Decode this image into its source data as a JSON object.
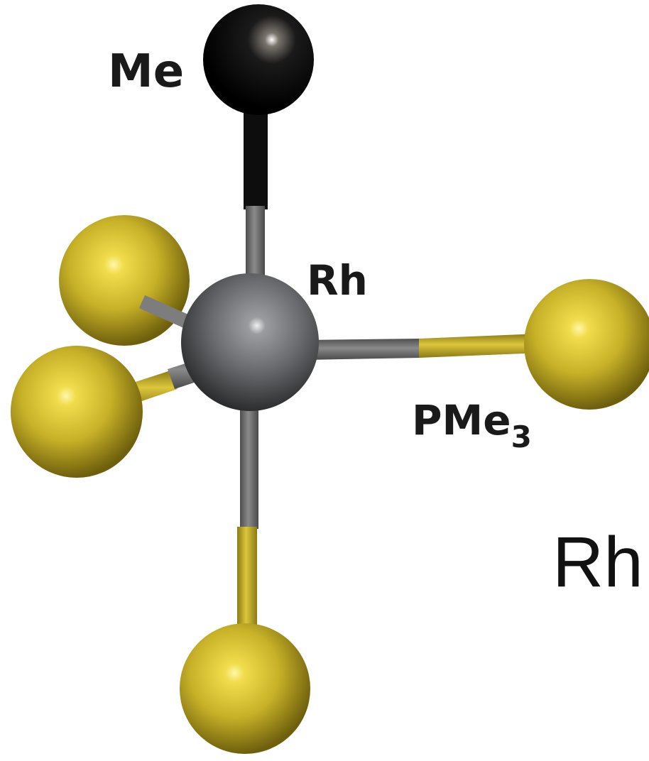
{
  "labels": {
    "methyl": "Me",
    "metal": "Rh",
    "phosphine_main": "PMe",
    "phosphine_sub": "3",
    "caption_fragment": "Rh"
  },
  "colors": {
    "metal_atom": "#66686b",
    "methyl_atom": "#0a0a0a",
    "phosphine_atom": "#c9b42a",
    "metal_bond": "#6e6e6e",
    "methyl_bond": "#0d0d0d",
    "phosphine_bond": "#c2ad2c",
    "text": "#1a1a1a"
  }
}
